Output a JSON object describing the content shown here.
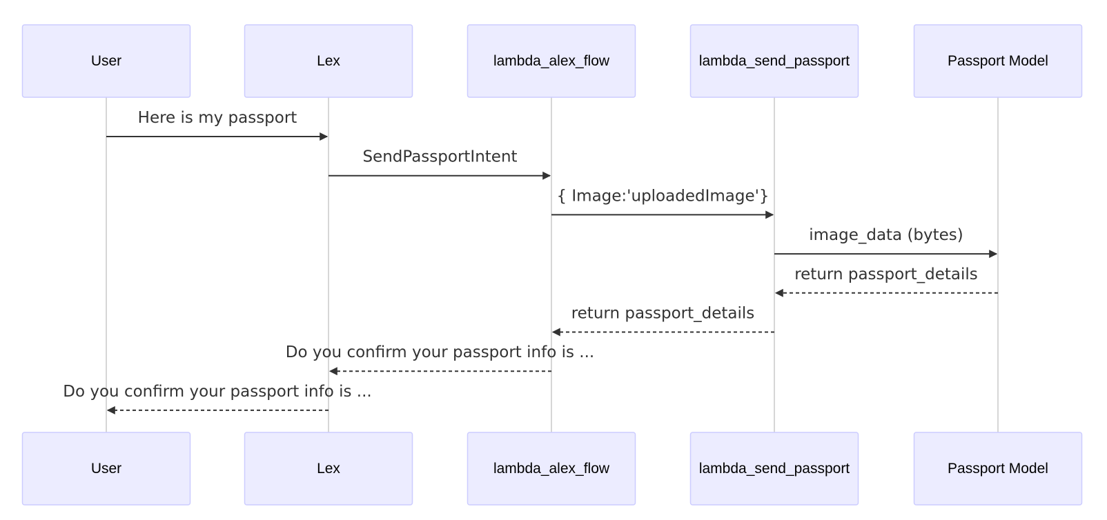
{
  "colors": {
    "actor_fill": "#ECECFF",
    "actor_stroke": "#CCCCFF",
    "lifeline": "#C8C8C8",
    "text": "#333333"
  },
  "actors": [
    {
      "id": "user",
      "label": "User"
    },
    {
      "id": "lex",
      "label": "Lex"
    },
    {
      "id": "lambda_alex_flow",
      "label": "lambda_alex_flow"
    },
    {
      "id": "lambda_send_passport",
      "label": "lambda_send_passport"
    },
    {
      "id": "passport_model",
      "label": "Passport Model"
    }
  ],
  "messages": [
    {
      "from": 0,
      "to": 1,
      "label": "Here is my passport",
      "style": "solid"
    },
    {
      "from": 1,
      "to": 2,
      "label": "SendPassportIntent",
      "style": "solid"
    },
    {
      "from": 2,
      "to": 3,
      "label": "{ Image:'uploadedImage'}",
      "style": "solid"
    },
    {
      "from": 3,
      "to": 4,
      "label": "image_data (bytes)",
      "style": "solid"
    },
    {
      "from": 4,
      "to": 3,
      "label": "return passport_details",
      "style": "dashed"
    },
    {
      "from": 3,
      "to": 2,
      "label": "return passport_details",
      "style": "dashed"
    },
    {
      "from": 2,
      "to": 1,
      "label": "Do you confirm your passport info is ...",
      "style": "dashed"
    },
    {
      "from": 1,
      "to": 0,
      "label": "Do you confirm your passport info is ...",
      "style": "dashed"
    }
  ]
}
